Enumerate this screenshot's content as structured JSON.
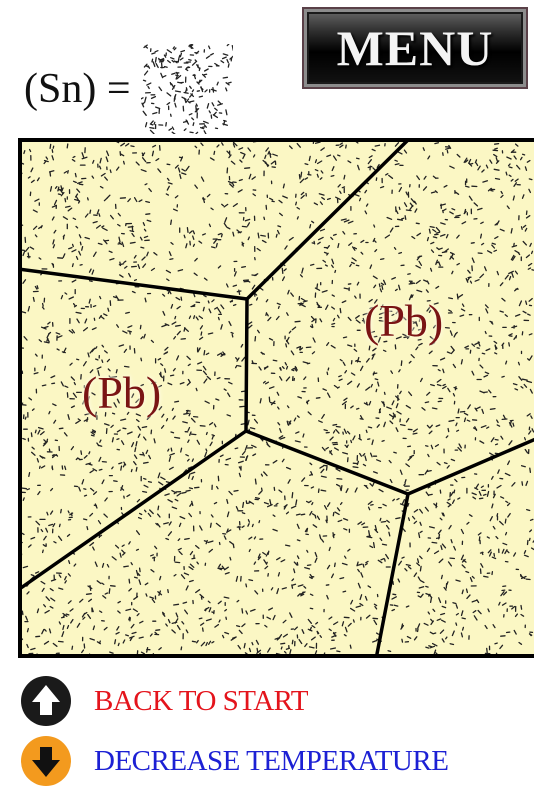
{
  "colors": {
    "background": "#ffffff",
    "grain_fill": "#fbf7c4",
    "grain_boundary": "#000000",
    "speckle": "#222222",
    "grain_label": "#7a1414",
    "back_link": "#e4141c",
    "decrease_link": "#1c20d4",
    "back_icon": "#1a1a1a",
    "decrease_icon": "#f39a1e"
  },
  "legend": {
    "text": "(Sn) =",
    "swatch_icon": "speckled-dots-pattern"
  },
  "menu": {
    "label": "MENU"
  },
  "grains": [
    {
      "label": "(Pb)"
    },
    {
      "label": "(Pb)"
    }
  ],
  "nav": {
    "back": {
      "label": "BACK TO START",
      "icon": "up-arrow-circle-icon"
    },
    "decrease": {
      "label": "DECREASE TEMPERATURE",
      "icon": "down-arrow-circle-icon"
    }
  }
}
